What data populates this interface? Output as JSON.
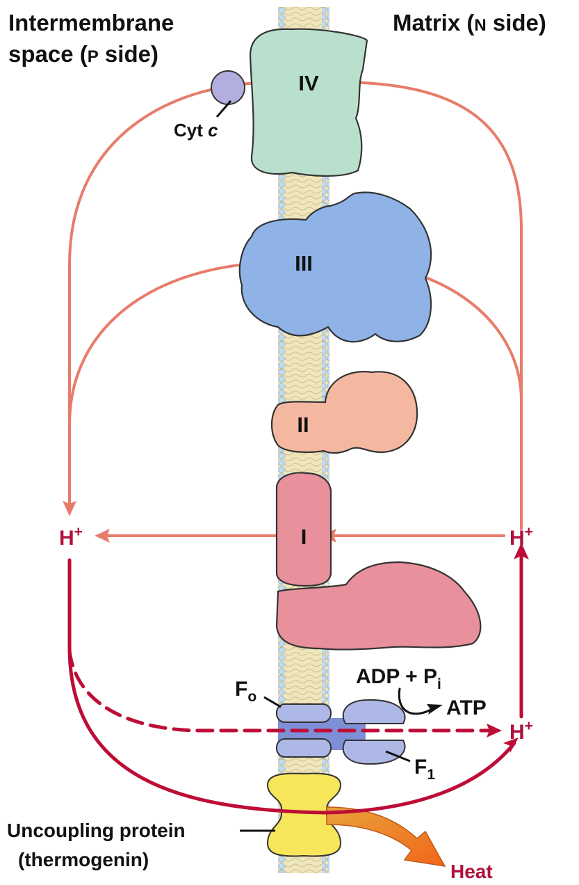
{
  "labels": {
    "intermembrane_line1": "Intermembrane",
    "intermembrane_line2_pre": "space (",
    "intermembrane_line2_sc": "P",
    "intermembrane_line2_post": " side)",
    "matrix_pre": "Matrix (",
    "matrix_sc": "N",
    "matrix_post": " side)",
    "cyt_c_main": "Cyt ",
    "cyt_c_italic": "c",
    "complex_iv": "IV",
    "complex_iii": "III",
    "complex_ii": "II",
    "complex_i": "I",
    "h_plus_left": "H",
    "h_plus_right_top": "H",
    "h_plus_right_bottom": "H",
    "plus_sign": "+",
    "adp_pi_main": "ADP + P",
    "adp_pi_sub": "i",
    "atp": "ATP",
    "fo_main": "F",
    "fo_sub": "o",
    "f1_main": "F",
    "f1_sub": "1",
    "uncoupling_line1": "Uncoupling protein",
    "uncoupling_line2": "(thermogenin)",
    "heat": "Heat"
  },
  "colors": {
    "salmon_arrow": "#e87c6a",
    "crimson_arrow": "#bd0d36",
    "complex_iv": "#b9e0cc",
    "complex_iii": "#8fb3e6",
    "complex_ii": "#f4b8a0",
    "complex_i": "#e8909c",
    "cyt_c": "#b3aee0",
    "atp_synthase": "#aeb8e6",
    "uncoupling_protein": "#f7e55a",
    "heat_arrow": "#f08a1c",
    "membrane_core": "#efe6bd",
    "membrane_heads": "#c5dbef"
  }
}
